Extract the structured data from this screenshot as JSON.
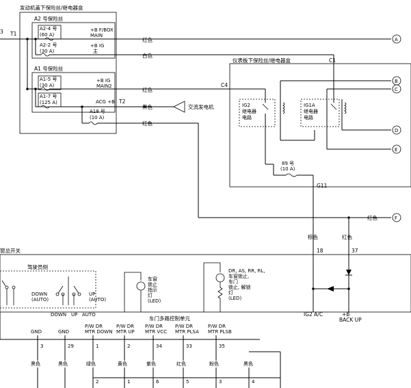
{
  "boxes": {
    "engine_box": "发动机盖下保险丝/继电器盒",
    "a2": "A2 号保险丝",
    "a1": "A1 号保险丝",
    "dash_box": "仪表板下保险丝/继电器盒",
    "switch": "窗总开关",
    "driver": "驾驶员侧",
    "door_unit": "车门多路控制单元"
  },
  "fuses": {
    "a2_4": [
      "A2-4 号",
      "(60 A)"
    ],
    "a2_2": [
      "A2-2 号",
      "(30 A)"
    ],
    "a1_5": [
      "A1-5 号",
      "(30 A)"
    ],
    "a1_7": [
      "A1-7 号",
      "(125 A)"
    ],
    "a18": [
      "A18 号",
      "(10 A)"
    ],
    "f89": [
      "89 号",
      "(10 A)"
    ]
  },
  "circuits": {
    "bf_box": [
      "+B F/BOX",
      "MAIN"
    ],
    "b_ig_main": [
      "+B IG",
      "主"
    ],
    "b_ig_main2": [
      "+B IG",
      "MAIN2"
    ],
    "acg": "ACG +B"
  },
  "wires": {
    "red1": "红色",
    "white": "白色",
    "red2": "红色",
    "black": "黑色",
    "red3": "红色",
    "red_f": "红色",
    "brown": "棕色",
    "red_v": "红色"
  },
  "connectors": {
    "t1": "T1",
    "t2": "T2",
    "c1": "C1",
    "c4": "C4",
    "g11": "G11",
    "left_3": "3"
  },
  "alternator": "交流发电机",
  "relays": {
    "ig2": [
      "IG2",
      "继电器",
      "电路"
    ],
    "ig1a": [
      "IG1A",
      "继电器",
      "电路"
    ]
  },
  "terminals": [
    "A",
    "B",
    "C",
    "D",
    "E",
    "F"
  ],
  "pins_right": {
    "p18": "18",
    "p37": "37"
  },
  "switch_labels": {
    "down_auto": [
      "DOWN",
      "(AUTO)"
    ],
    "up_auto": [
      "UP",
      "(AUTO)"
    ],
    "bottom": [
      "DOWN",
      "UP",
      "AUTO"
    ]
  },
  "leds": {
    "lock_led": [
      "车窗",
      "锁止",
      "指示",
      "灯",
      "(LED)"
    ],
    "dr_led": [
      "DR, AS, RR, RL,",
      "车窗锁止,",
      "车门",
      "锁止, 解锁",
      "灯",
      "(LED)"
    ]
  },
  "right_labels": {
    "ig2ac": "IG2 A/C",
    "backup": [
      "+B",
      "BACK UP"
    ]
  },
  "bottom_signals": [
    "GND",
    "GND",
    "P/W DR MTR DOWN",
    "P/W DR MTR UP",
    "P/W DR MTR VCC",
    "P/W DR MTR PLSA",
    "P/W DR MTR PLSB"
  ],
  "bottom_signal_lines": [
    [
      "GND"
    ],
    [
      "GND"
    ],
    [
      "P/W DR",
      "MTR DOWN"
    ],
    [
      "P/W DR",
      "MTR UP"
    ],
    [
      "P/W DR",
      "MTR VCC"
    ],
    [
      "P/W DR",
      "MTR PLSA"
    ],
    [
      "P/W DR",
      "MTR PLSB"
    ]
  ],
  "bottom_pins_top": [
    "3",
    "29",
    "1",
    "2",
    "34",
    "33",
    "35"
  ],
  "bottom_colors": [
    "黑色",
    "黑色",
    "绿色",
    "黄色",
    "紫色",
    "红色",
    "粉色",
    "黑色"
  ],
  "bottom_pins_low": [
    "2",
    "1",
    "6",
    "5",
    "3",
    "4"
  ]
}
